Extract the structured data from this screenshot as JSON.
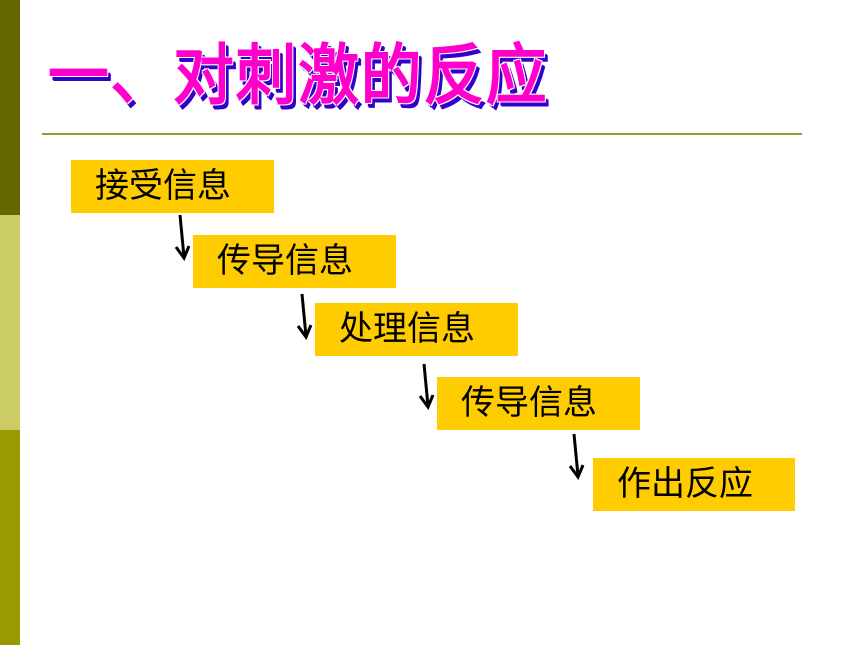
{
  "slide": {
    "title": "一、对刺激的反应",
    "steps": [
      {
        "label": "接受信息"
      },
      {
        "label": "传导信息"
      },
      {
        "label": "处理信息"
      },
      {
        "label": "传导信息"
      },
      {
        "label": "作出反应"
      }
    ]
  },
  "colors": {
    "title_fill": "#ff00cc",
    "title_shadow": "#3300cc",
    "step_fill": "#ffcc00",
    "arrow": "#000000",
    "sidebar": [
      "#666600",
      "#cccc66",
      "#999900"
    ],
    "rule": "#999933"
  },
  "icons": {
    "flow_arrow": "arrow-down-icon"
  }
}
